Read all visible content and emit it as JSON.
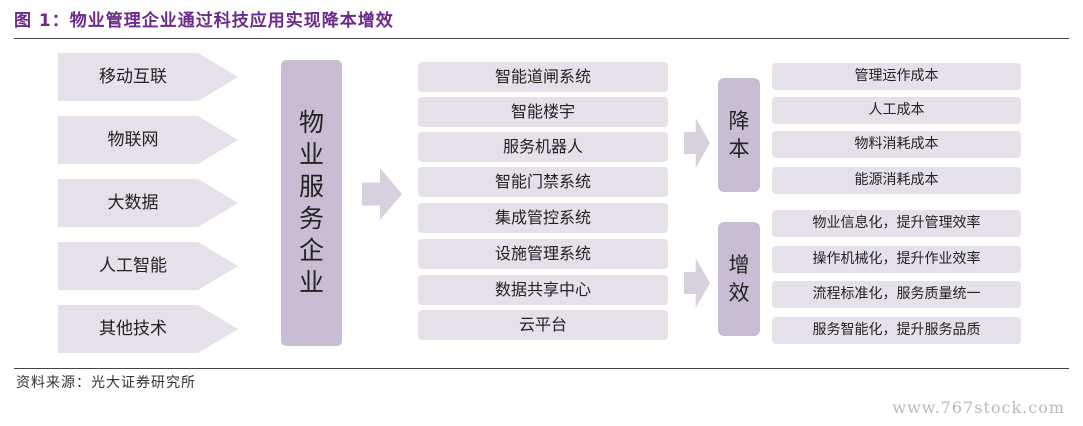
{
  "title": "图 1：物业管理企业通过科技应用实现降本增效",
  "technologies": [
    "移动互联",
    "物联网",
    "大数据",
    "人工智能",
    "其他技术"
  ],
  "center_label": "物业服务企业",
  "systems": [
    "智能道闸系统",
    "智能楼宇",
    "服务机器人",
    "智能门禁系统",
    "集成管控系统",
    "设施管理系统",
    "数据共享中心",
    "云平台"
  ],
  "categories": [
    {
      "label": "降本",
      "items": [
        "管理运作成本",
        "人工成本",
        "物料消耗成本",
        "能源消耗成本"
      ]
    },
    {
      "label": "增效",
      "items": [
        "物业信息化，提升管理效率",
        "操作机械化，提升作业效率",
        "流程标准化，服务质量统一",
        "服务智能化，提升服务品质"
      ]
    }
  ],
  "source": "资料来源：光大证券研究所",
  "watermark": "www.767stock.com"
}
